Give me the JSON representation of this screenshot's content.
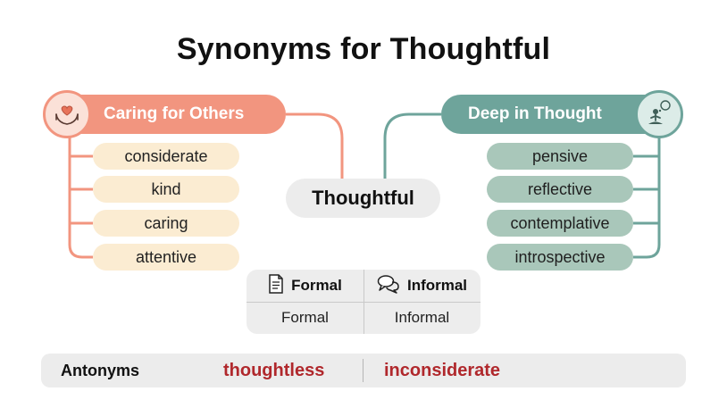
{
  "title": "Synonyms for Thoughtful",
  "center_word": "Thoughtful",
  "groups": {
    "left": {
      "label": "Caring for Others",
      "icon": "heart-in-hands-icon",
      "color": "#f2957f",
      "synonyms": [
        "considerate",
        "kind",
        "caring",
        "attentive"
      ]
    },
    "right": {
      "label": "Deep in Thought",
      "icon": "meditating-person-icon",
      "color": "#6ea49b",
      "synonyms": [
        "pensive",
        "reflective",
        "contemplative",
        "introspective"
      ]
    }
  },
  "register": {
    "formal": {
      "header": "Formal",
      "icon": "document-icon",
      "value": "Formal"
    },
    "informal": {
      "header": "Informal",
      "icon": "speech-bubbles-icon",
      "value": "Informal"
    }
  },
  "antonyms": {
    "label": "Antonyms",
    "words": [
      "thoughtless",
      "inconsiderate"
    ],
    "color": "#b0282c"
  }
}
